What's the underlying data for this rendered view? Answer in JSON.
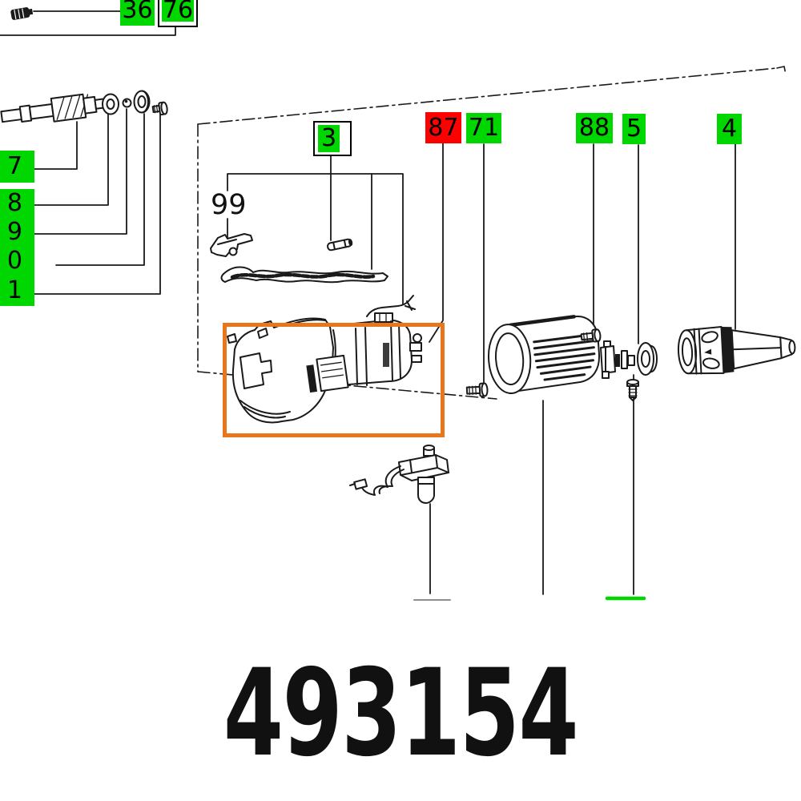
{
  "colors": {
    "green": "#00d600",
    "red": "#fe0000",
    "orange": "#e8761a",
    "ink": "#1a1a1a",
    "gray": "#8f8f8f"
  },
  "part_number": "493154",
  "callouts": {
    "c36": "36",
    "c76": "76",
    "c3": "3",
    "c87": "87",
    "c71": "71",
    "c88": "88",
    "c5": "5",
    "c4": "4",
    "c99": "99"
  },
  "left_partials": {
    "p1": "7",
    "p2": "8",
    "p3": "9",
    "p4": "0",
    "p5": "1"
  },
  "highlighted_part": "motor-housing-assembly"
}
